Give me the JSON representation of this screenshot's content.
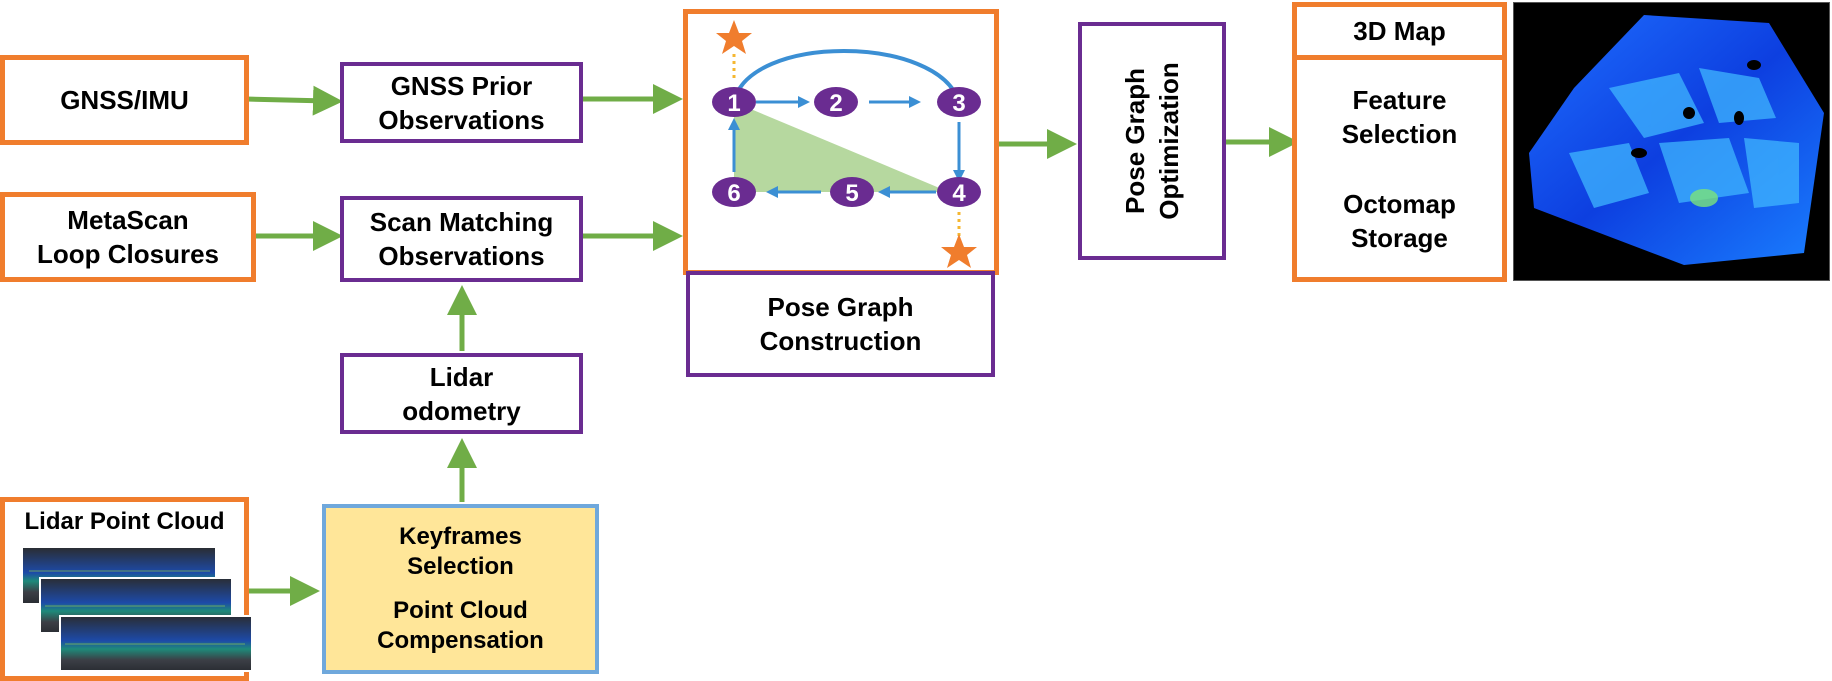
{
  "nodes": {
    "gnss_imu": "GNSS/IMU",
    "metascan": [
      "MetaScan",
      "Loop Closures"
    ],
    "lidar_point_cloud": "Lidar Point Cloud",
    "gnss_prior": [
      "GNSS Prior",
      "Observations"
    ],
    "scan_matching": [
      "Scan Matching",
      "Observations"
    ],
    "lidar_odometry": [
      "Lidar",
      "odometry"
    ],
    "keyframes": [
      "Keyframes",
      "Selection"
    ],
    "compensation": [
      "Point Cloud",
      "Compensation"
    ],
    "pose_graph_construction": [
      "Pose Graph",
      "Construction"
    ],
    "pose_graph_optimization": [
      "Pose Graph",
      "Optimization"
    ],
    "map_3d": "3D Map",
    "feature_selection": [
      "Feature",
      "Selection"
    ],
    "octomap_storage": [
      "Octomap",
      "Storage"
    ]
  },
  "pose_graph": {
    "node_labels": [
      "1",
      "2",
      "3",
      "4",
      "5",
      "6"
    ]
  },
  "colors": {
    "orange_border": "#f07d2d",
    "purple_border": "#6a2c91",
    "blue_border": "#6fa8dc",
    "keyframe_fill": "#ffe699",
    "arrow_green": "#70ad47",
    "graph_node": "#6a2c91",
    "graph_edge": "#3b8fd4",
    "star": "#f07d2d"
  }
}
